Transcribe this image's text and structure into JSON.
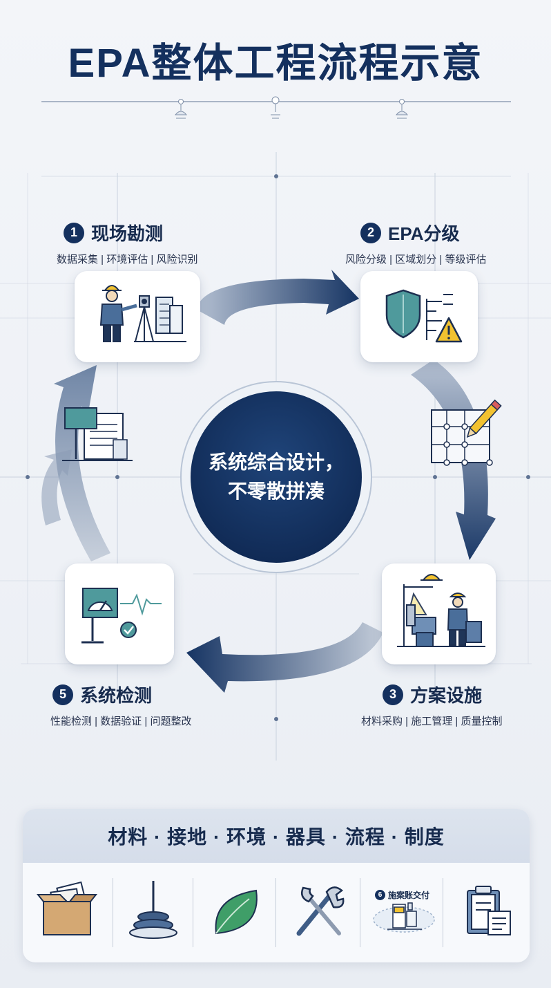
{
  "title": "EPA整体工程流程示意",
  "center": {
    "line1": "系统综合设计，",
    "line2": "不零散拼凑"
  },
  "steps": [
    {
      "num": "1",
      "title": "现场勘测",
      "sub": "数据采集 | 环境评估 | 风险识别"
    },
    {
      "num": "2",
      "title": "EPA分级",
      "sub": "风险分级 | 区域划分 | 等级评估"
    },
    {
      "num": "3",
      "title": "方案设施",
      "sub": "材料采购 | 施工管理 | 质量控制"
    },
    {
      "num": "5",
      "title": "系统检测",
      "sub": "性能检测 | 数据验证 | 问题整改"
    }
  ],
  "extra_step": {
    "num": "6",
    "title": "施案账交付"
  },
  "panel": {
    "title": "材料 · 接地 · 环境 · 器具 · 流程 · 制度"
  },
  "icons": {
    "step1": "surveyor-with-theodolite-icon",
    "step2": "shield-warning-icon",
    "step3": "workers-construction-icon",
    "step5": "gauge-check-icon",
    "panel": [
      "material-box-icon",
      "grounding-rod-icon",
      "leaf-icon",
      "tools-icon",
      "delivery-docs-icon",
      "clipboard-icon"
    ]
  },
  "colors": {
    "navy": "#14305e",
    "teal": "#4f9a9c",
    "warning": "#f2c230",
    "green": "#3f9e68"
  }
}
